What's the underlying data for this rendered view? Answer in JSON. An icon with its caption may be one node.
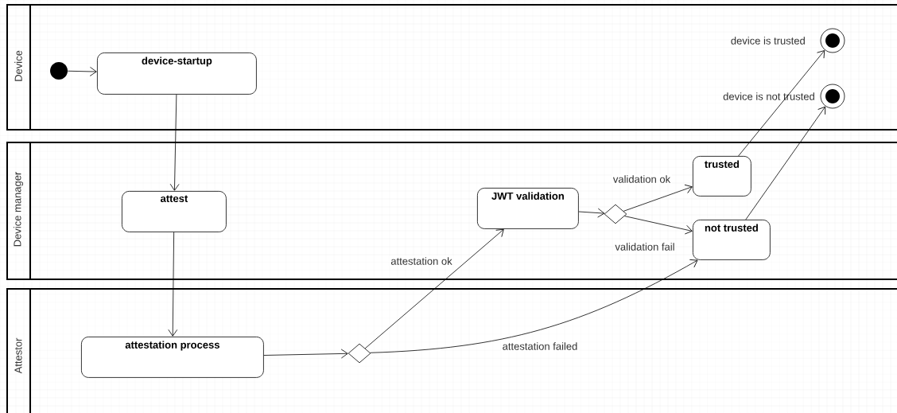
{
  "diagram": {
    "nodes": [
      {
        "text": [
          "Device"
        ]
      },
      {
        "text": [],
        "shape": "circle",
        "in": 0
      },
      {
        "text": [
          "device-startup"
        ],
        "in": 0
      },
      {
        "text": [],
        "shape": "bullseye",
        "in": 0,
        "beside": [
          "device is trusted"
        ]
      },
      {
        "text": [],
        "shape": "bullseye",
        "in": 0,
        "beside": [
          "device is not trusted"
        ]
      },
      {
        "text": [
          "Device manager"
        ]
      },
      {
        "text": [
          "attest"
        ],
        "in": 5
      },
      {
        "text": [
          "JWT validation"
        ],
        "in": 5
      },
      {
        "text": [],
        "shape": "diamond",
        "in": 5
      },
      {
        "text": [
          "trusted"
        ],
        "in": 5
      },
      {
        "text": [
          "not trusted"
        ],
        "in": 5
      },
      {
        "text": [
          "Attestor"
        ]
      },
      {
        "text": [
          "attestation process"
        ],
        "in": 11
      },
      {
        "text": [],
        "shape": "diamond",
        "in": 11
      }
    ],
    "edges": [
      {
        "from": 1,
        "to": 2,
        "arrow": "to"
      },
      {
        "from": 2,
        "to": 6,
        "arrow": "to"
      },
      {
        "from": 6,
        "to": 12,
        "arrow": "to"
      },
      {
        "from": 12,
        "to": 13,
        "arrow": "to"
      },
      {
        "from": 13,
        "to": 7,
        "arrow": "to",
        "label": "attestation ok"
      },
      {
        "from": 13,
        "to": 10,
        "arrow": "to",
        "label": "attestation failed"
      },
      {
        "from": 7,
        "to": 8,
        "arrow": "to"
      },
      {
        "from": 8,
        "to": 9,
        "arrow": "to",
        "label": "validation ok"
      },
      {
        "from": 8,
        "to": 10,
        "arrow": "to",
        "label": "validation fail"
      },
      {
        "from": 9,
        "to": 3,
        "arrow": "to"
      },
      {
        "from": 10,
        "to": 4,
        "arrow": "to"
      }
    ]
  }
}
